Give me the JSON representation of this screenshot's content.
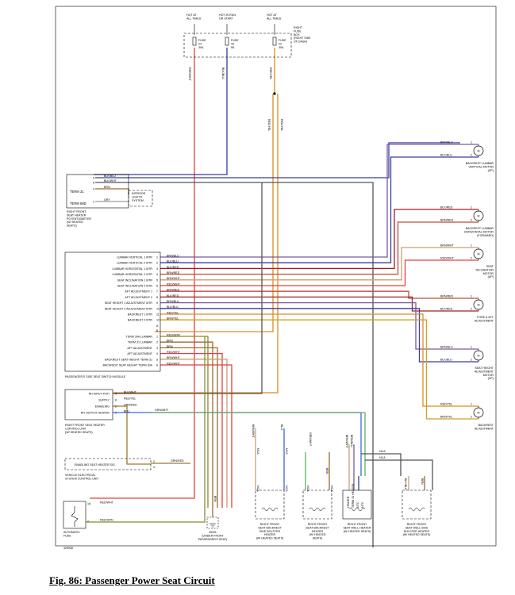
{
  "caption": "Fig. 86: Passenger Power Seat Circuit",
  "colors": {
    "RED/WHT": "#e04040",
    "BLK/BLU": "#3a3aa0",
    "BLK/WHT": "#555555",
    "BRN": "#9a6a30",
    "GRY": "#999999",
    "BRN/BLU": "#7a5a9a",
    "BLK/RED": "#a02020",
    "BRN/RED": "#c04a3a",
    "BRN/WHT": "#c8a070",
    "BLU/RED": "#c03a7a",
    "RED/YEL": "#e08a20",
    "BRN/YEL": "#d0a020",
    "RED/GRN": "#8a8a30",
    "GRN/WHT": "#60b060",
    "BLU": "#3a6ae0",
    "GRN/RED": "#9a7a30",
    "RED/BLU": "#b040a0"
  },
  "fuses": [
    {
      "top": "HOT AT\nALL TIMES",
      "fuse": "FUSE\n24\n30A",
      "wire": "RED/WHT"
    },
    {
      "top": "HOT IN RUN\nOR START",
      "fuse": "FUSE\n44\n5A",
      "wire": "BLK/BLU"
    },
    {
      "top": "HOT AT\nALL TIMES",
      "fuse": "FUSE\n22\n30A",
      "wire": "RED/YEL"
    }
  ],
  "fuse_box_label": "RIGHT\nFUSE\nBOX\n(RIGHT SIDE\nOF DASH)",
  "pot": {
    "label": "TERM 31",
    "term58d": "TERM 58D",
    "caption": "RIGHT FRONT\nSEAT HEATER\nPOTENTIOMETER\n(W/ HEATED\nSEATS)",
    "pins": [
      {
        "n": "5",
        "wire": "BLK/BLU"
      },
      {
        "n": "6",
        "wire": "BLK/WHT"
      },
      {
        "n": "4",
        "wire": "BRN"
      },
      {
        "n": "1",
        "wire": "GRY"
      }
    ],
    "interior": "INTERIOR\nLIGHTS\nSYSTEM"
  },
  "switch_module": {
    "caption": "PASSENGER'S SIDE SEAT SWITCH MODULE",
    "section_a": [
      {
        "label": "LUMBAR VERTICAL 1 MTR",
        "pin": "1",
        "wire": "BRN/BLU"
      },
      {
        "label": "LUMBAR VERTICAL 2 MTR",
        "pin": "2",
        "wire": "BLK/BLU"
      },
      {
        "label": "LUMBAR HORIZONTAL 1 MTR",
        "pin": "3",
        "wire": "BLK/RED"
      },
      {
        "label": "LUMBAR HORIZONTAL 2 MTR",
        "pin": "4",
        "wire": "BRN/RED"
      },
      {
        "label": "SEAT INCLINATION 1 MTR",
        "pin": "5",
        "wire": "BRN/WHT"
      },
      {
        "label": "SEAT INCLINATION 2 MTR",
        "pin": "6",
        "wire": "RED/WHT"
      },
      {
        "label": "AFT ADJUSTMENT 1",
        "pin": "7",
        "wire": "BRN/RED"
      },
      {
        "label": "AFT ADJUSTMENT 2",
        "pin": "8",
        "wire": "BLK/RED"
      },
      {
        "label": "SEAT HEIGHT 1 ADJUSTMENT MTR",
        "pin": "9",
        "wire": "BRN/BLU"
      },
      {
        "label": "SEAT HEIGHT 2 ADJUSTMENT MTR",
        "pin": "10",
        "wire": "BLK/BLU"
      },
      {
        "label": "BACKREST 1 MTR",
        "pin": "11",
        "wire": "RED/YEL"
      },
      {
        "label": "BACKREST 2 MTR",
        "pin": "12",
        "wire": "BRN/YEL"
      }
    ],
    "section_a_label": "A",
    "section_b_label": "B",
    "section_b": [
      {
        "label": "TERM 30A LUMBAR",
        "pin": "1",
        "wire": "RED/GRN"
      },
      {
        "label": "TERM 31 LUMBAR",
        "pin": "2",
        "wire": "BRN"
      },
      {
        "label": "AFT ADJUSTMENT",
        "pin": "3",
        "wire": "BRN"
      },
      {
        "label": "AFT ADJUSTMENT",
        "pin": "4",
        "wire": "RED/WHT"
      },
      {
        "label": "BACKREST SEAT HEIGHT TERM 31",
        "pin": "5",
        "wire": "BRN/WHT"
      },
      {
        "label": "BACKREST SEAT HEIGHT TERM 30A",
        "pin": "6",
        "wire": "RED/WHT"
      }
    ]
  },
  "heater_unit": {
    "caption": "RIGHT FRONT SEAT HEATER\nCONTROL UNIT\n(W/ HEATED SEATS)",
    "pins": [
      {
        "label": "RH INPUT POTI",
        "pin": "4",
        "wire": "BLK/WHT"
      },
      {
        "label": "SUPPLY",
        "pin": "6",
        "wire": "RED/YEL"
      },
      {
        "label": "ENABLING",
        "pin": "2",
        "wire": "GRN/RED"
      },
      {
        "label": "RH OUTPUT HEATER",
        "pin": "1",
        "wire": "BLU"
      }
    ],
    "grn_wht": "GRN/WHT"
  },
  "vesc": {
    "label": "ENABLING SEAT HEATER SIG.",
    "caption": "VEHICLE ELECTRICAL\nSYSTEM CONTROL UNIT",
    "pins": [
      "2",
      "3"
    ],
    "wire": "GRN/RED"
  },
  "auto_fuse": {
    "caption": "AUTOMATIC\nFUSE",
    "pins": [
      {
        "n": "1A",
        "wire": "RED/WHT"
      },
      {
        "n": "1",
        "wire": "RED/GRN"
      }
    ]
  },
  "ground": {
    "label": "M026\n(UNDER FRONT\nPASSENGER'S SEAT)",
    "wire": "BRN"
  },
  "motors": [
    {
      "caption": "BACKREST LUMBAR\nVERTICAL MOTOR\n(UP)",
      "w1": "BRN/BLU",
      "w2": "BLK/BLU"
    },
    {
      "caption": "BACKREST LUMBAR\nHORIZONTAL MOTOR\n(FORWARD)",
      "w1": "BLK/RED",
      "w2": "BRN/RED"
    },
    {
      "caption": "SEAT\nINCLINATION\nMOTOR\n(UP)",
      "w1": "BRN/WHT",
      "w2": "RED/WHT"
    },
    {
      "caption": "FORE & AFT\nADJUSTMENT",
      "w1": "BRN/RED",
      "w2": "BLK/RED"
    },
    {
      "caption": "SEAT HEIGHT\nADJUSTMENT\nMOTOR\n(UP)",
      "w1": "BRN/BLU",
      "w2": "BLK/BLU"
    },
    {
      "caption": "BACKREST\nADJUSTMENT",
      "w1": "RED/YEL",
      "w2": "BRN/YEL"
    }
  ],
  "heaters": [
    {
      "caption": "RIGHT FRONT\nSEAT BACKREST\nSIDE BOLSTER\nHEATER\n(W/ HEATED SEATS)"
    },
    {
      "caption": "RIGHT FRONT\nSEAT BACKREST\nHEATER\n(W/ HEATED\nSEATS)"
    },
    {
      "caption": "RIGHT FRONT\nSEAT WELL HEATER\n(W/ HEATED SEATS)",
      "pins": [
        "HEATER",
        "TERM 31 HEATER",
        "NTC",
        "NTC"
      ]
    },
    {
      "caption": "RIGHT FRONT\nSEAT WELL SIDE\nBOLSTER HEATER\n(W/ HEATED SEATS)"
    }
  ],
  "nca": "NCA",
  "wire_tags": [
    "BRN/WHT",
    "BLU",
    "GRN/WHT",
    "BRN",
    "BRN/WHT",
    "BRN/BLU",
    "BLK/BLU",
    "BRN"
  ],
  "doc_id": "325936"
}
